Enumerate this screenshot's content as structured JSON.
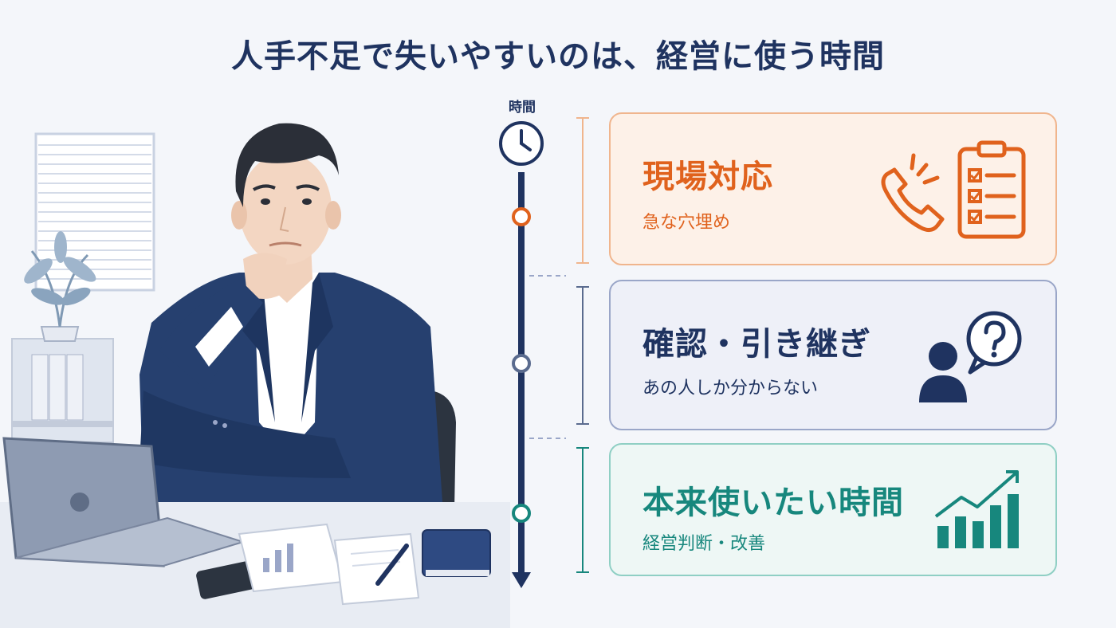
{
  "title": "人手不足で失いやすいのは、経営に使う時間",
  "timeline": {
    "label": "時間"
  },
  "cards": [
    {
      "heading": "現場対応",
      "sub": "急な穴埋め",
      "color": "#e0621d",
      "icons": [
        "phone-icon",
        "clipboard-checklist-icon"
      ]
    },
    {
      "heading": "確認・引き継ぎ",
      "sub": "あの人しか分からない",
      "color": "#1f3360",
      "icons": [
        "person-question-icon"
      ]
    },
    {
      "heading": "本来使いたい時間",
      "sub": "経営判断・改善",
      "color": "#17877d",
      "icons": [
        "growth-chart-icon"
      ]
    }
  ],
  "colors": {
    "navy": "#1f3360",
    "orange": "#e0621d",
    "teal": "#17877d"
  }
}
